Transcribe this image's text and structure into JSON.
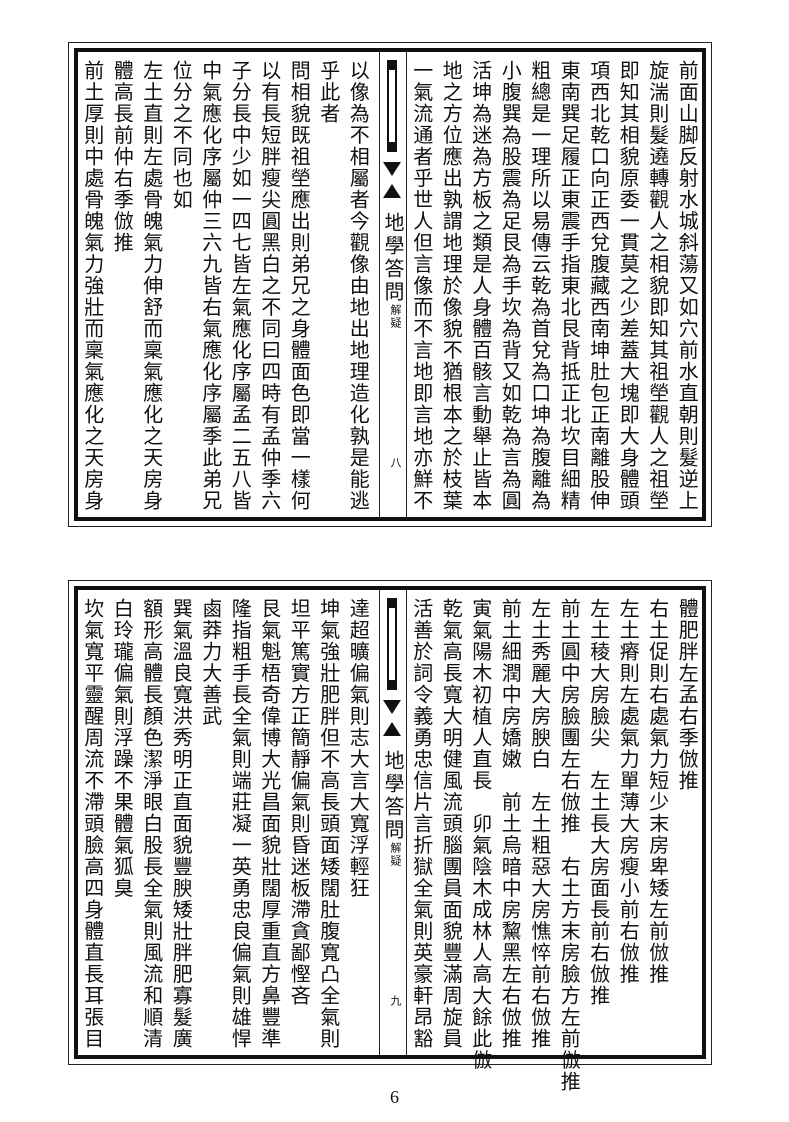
{
  "top_page": {
    "center": {
      "title": "地學答問",
      "subtitle": "解疑",
      "folio": "八"
    },
    "right_columns": [
      "前面山脚反射水城斜蕩又如穴前水直朝則髮逆上",
      "旋湍則髮遶轉觀人之相貌即知其祖塋觀人之祖塋",
      "即知其相貌原委一貫莫之少差蓋大塊即大身體頭",
      "項西北乾口向正西兌腹藏西南坤肚包正南離股伸",
      "東南巽足履正東震手指東北艮背抵正北坎目細精",
      "粗總是一理所以易傳云乾為首兌為口坤為腹離為",
      "小腹巽為股震為足艮為手坎為背又如乾為言為圓",
      "活坤為迷為方板之類是人身體百骸言動舉止皆本",
      "地之方位應出孰謂地理於像貌不猶根本之於枝葉",
      "一氣流通者乎世人但言像而不言地即言地亦鮮不"
    ],
    "left_columns": [
      "以像為不相屬者今觀像由地出地理造化孰是能逃",
      "乎此者",
      "問相貌既祖塋應出則弟兄之身體面色即當一樣何",
      "以有長短胖瘦尖圓黑白之不同曰四時有孟仲季六",
      "子分長中少如一四七皆左氣應化序屬孟二五八皆",
      "中氣應化序屬仲三六九皆右氣應化序屬季此弟兄",
      "位分之不同也如",
      "左土直則左處骨魄氣力伸舒而稟氣應化之天房身",
      "體高長前仲右季倣推",
      "前土厚則中處骨魄氣力強壯而稟氣應化之天房身"
    ]
  },
  "bottom_page": {
    "center": {
      "title": "地學答問",
      "subtitle": "解疑",
      "folio": "九"
    },
    "right_columns": [
      "體肥胖左孟右季倣推",
      "右土促則右處氣力短少末房卑矮左前倣推",
      "左土瘠則左處氣力單薄大房瘦小前右倣推",
      "左土稜大房臉尖　左土長大房面長前右倣推",
      "前土圓中房臉團左右倣推　右土方末房臉方左前倣推",
      "左土秀麗大房腴白　左土粗惡大房憔悴前右倣推",
      "前土細潤中房嬌嫩　前土烏暗中房黧黑左右倣推",
      "寅氣陽木初植人直長　卯氣陰木成林人高大餘此倣",
      "乾氣高長寬大明健風流頭腦團員面貌豐滿周旋員",
      "活善於詞令義勇忠信片言折獄全氣則英豪軒昂豁"
    ],
    "left_columns": [
      "達超曠偏氣則志大言大寬浮輕狂",
      "坤氣強壯肥胖但不高長頭面矮闊肚腹寬凸全氣則",
      "坦平篤實方正簡靜偏氣則昏迷板滯貪鄙慳吝",
      "艮氣魁梧奇偉博大光昌面貌壯闊厚重直方鼻豐準",
      "隆指粗手長全氣則端莊凝一英勇忠良偏氣則雄悍",
      "鹵莽力大善武",
      "巽氣溫良寬洪秀明正直面貌豐腴矮壯胖肥寡髮廣",
      "額形高體長顏色潔淨眼白股長全氣則風流和順清",
      "白玲瓏偏氣則浮躁不果體氣狐臭",
      "坎氣寬平靈醒周流不滯頭臉高四身體直長耳張目"
    ]
  },
  "page_number": "6"
}
